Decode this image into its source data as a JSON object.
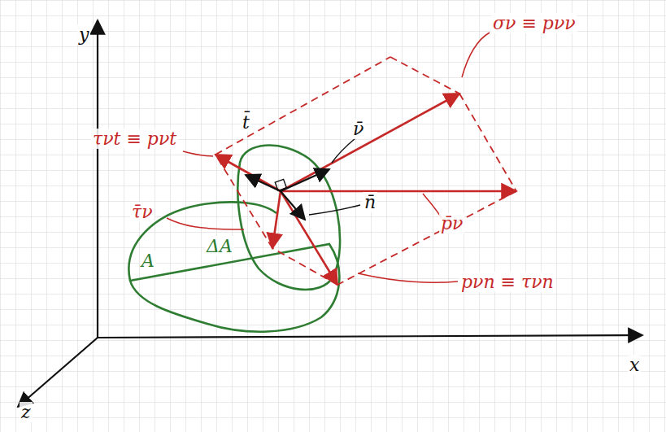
{
  "diagram": {
    "labels": [
      "y",
      "x",
      "z",
      "σν ≡ pνν",
      "τνt ≡ pνt",
      "t̄",
      "ν̄",
      "τ̄ν",
      "ΔA",
      "A",
      "n̄",
      "p̄ν",
      "pνn ≡ τνn"
    ]
  }
}
